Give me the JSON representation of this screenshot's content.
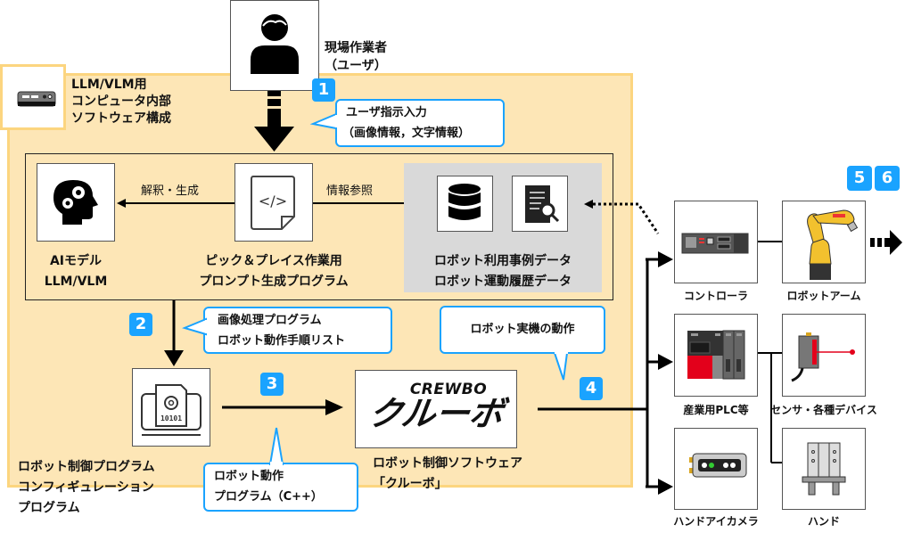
{
  "user": {
    "icon": "person-icon",
    "label_line1": "現場作業者",
    "label_line2": "（ユーザ）"
  },
  "computer": {
    "icon": "mini-pc-icon",
    "title_line1": "LLM/VLM用",
    "title_line2": "コンピュータ内部",
    "title_line3": "ソフトウェア構成"
  },
  "steps": {
    "s1": "1",
    "s2": "2",
    "s3": "3",
    "s4": "4",
    "s5": "5",
    "s6": "6"
  },
  "callouts": {
    "user_input_line1": "ユーザ指示入力",
    "user_input_line2": "（画像情報，文字情報）",
    "output_line1": "画像処理プログラム",
    "output_line2": "ロボット動作手順リスト",
    "program_line1": "ロボット動作",
    "program_line2": "プログラム（C++）",
    "robot_action": "ロボット実機の動作"
  },
  "llm_block": {
    "ai_model": {
      "icon": "ai-head-gears-icon",
      "label_line1": "AIモデル",
      "label_line2": "LLM/VLM"
    },
    "edge_interpret": "解釈・生成",
    "prompt_gen": {
      "icon": "code-file-icon",
      "label_line1": "ピック＆プレイス作業用",
      "label_line2": "プロンプト生成プログラム"
    },
    "edge_reference": "情報参照",
    "data": {
      "icon_db": "database-icon",
      "icon_doc": "document-search-icon",
      "label_line1": "ロボット利用事例データ",
      "label_line2": "ロボット運動履歴データ"
    }
  },
  "config_program": {
    "icon": "config-program-icon",
    "label_line1": "ロボット制御プログラム",
    "label_line2": "コンフィギュレーション",
    "label_line3": "プログラム"
  },
  "crewbo": {
    "logo_en": "CREWBO",
    "logo_jp": "クルーボ",
    "label_line1": "ロボット制御ソフトウェア",
    "label_line2": "「クルーボ」"
  },
  "devices": [
    {
      "icon": "controller-icon",
      "label": "コントローラ"
    },
    {
      "icon": "robot-arm-icon",
      "label": "ロボットアーム"
    },
    {
      "icon": "plc-icon",
      "label": "産業用PLC等"
    },
    {
      "icon": "sensor-icon",
      "label": "センサ・各種デバイス"
    },
    {
      "icon": "hand-camera-icon",
      "label": "ハンドアイカメラ"
    },
    {
      "icon": "gripper-hand-icon",
      "label": "ハンド"
    }
  ],
  "colors": {
    "panel_fill": "#fde6b6",
    "panel_border": "#fcd57f",
    "accent_blue": "#1aa3ff",
    "data_gray": "#d9d9d9",
    "robot_yellow": "#f2c12e"
  }
}
